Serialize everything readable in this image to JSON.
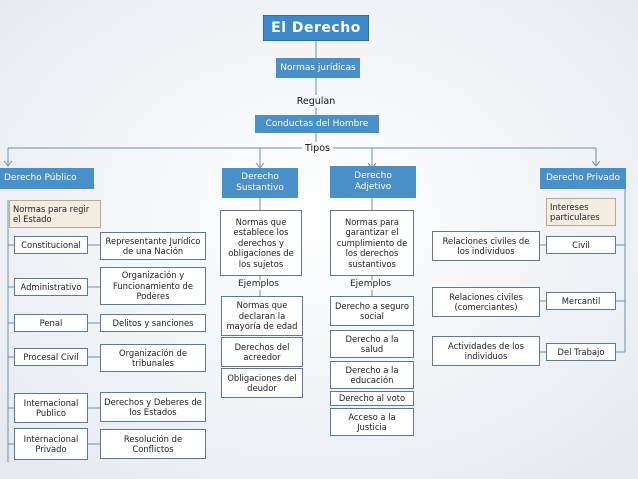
{
  "title": "El Derecho",
  "normas": "Normas jurídicas",
  "regulan": "Regulan",
  "conductas": "Conductas del Hombre",
  "tipos": "Tipos",
  "publico": {
    "header": "Derecho Público",
    "desc": "Normas para regir el Estado",
    "items": [
      {
        "branch": "Constitucional",
        "desc": "Representante Jurídico de una Nación"
      },
      {
        "branch": "Administrativo",
        "desc": "Organización y Funcionamiento de Poderes"
      },
      {
        "branch": "Penal",
        "desc": "Delitos y sanciones"
      },
      {
        "branch": "Procesal Civil",
        "desc": "Organización de tribunales"
      },
      {
        "branch": "Internacional Publico",
        "desc": "Derechos y Deberes de los Estados"
      },
      {
        "branch": "Internacional Privado",
        "desc": "Resolución de Conflictos"
      }
    ]
  },
  "sustantivo": {
    "header": "Derecho Sustantivo",
    "desc": "Normas que establece los derechos y obligaciones de los sujetos",
    "ejemplos": "Ejemplos",
    "examples": [
      "Normas que declaran la mayoría de edad",
      "Derechos del acreedor",
      "Obligaciones del deudor"
    ]
  },
  "adjetivo": {
    "header": "Derecho Adjetivo",
    "desc": "Normas para garantizar el cumplimiento de los derechos sustantivos",
    "ejemplos": "Ejemplos",
    "examples": [
      "Derecho a seguro social",
      "Derecho a la salud",
      "Derecho a la educación",
      "Derecho al voto",
      "Acceso a la Justicia"
    ]
  },
  "privado": {
    "header": "Derecho Privado",
    "desc": "Intereses particulares",
    "items": [
      {
        "desc": "Relaciones civiles de los individuos",
        "branch": "Civil"
      },
      {
        "desc": "Relaciones civiles (comerciantes)",
        "branch": "Mercantil"
      },
      {
        "desc": "Actividades de los individuos",
        "branch": "Del Trabajo"
      }
    ]
  },
  "colors": {
    "accent": "#4a90c8",
    "line": "#6f8fa8",
    "box_border": "#5b7a92"
  }
}
